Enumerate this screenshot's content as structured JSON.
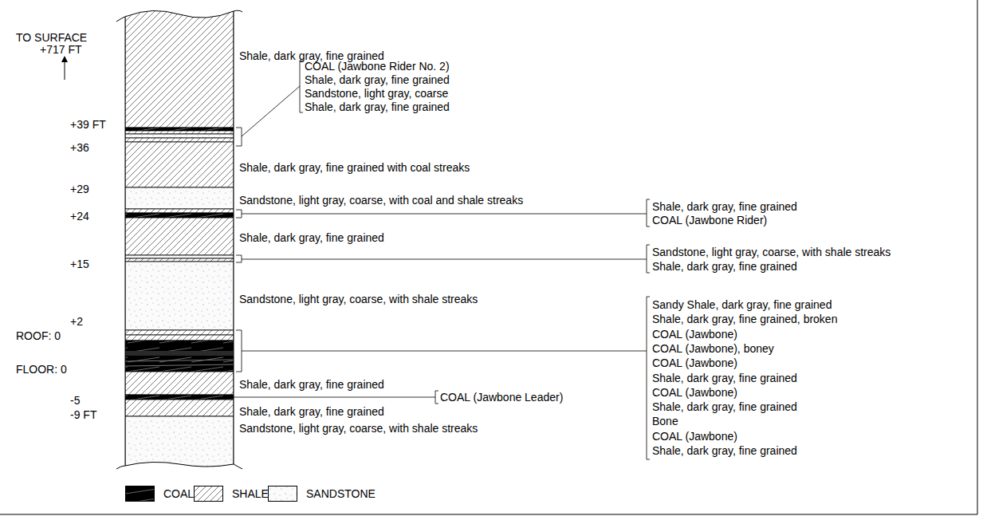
{
  "diagram": {
    "labels": [
      "TO SURFACE",
      "+717 FT",
      "+39 FT",
      "+36",
      "+29",
      "+24",
      "+15",
      "+2",
      "ROOF: 0",
      "FLOOR: 0",
      "-5",
      "-9 FT",
      "Shale, dark gray, fine grained",
      "COAL (Jawbone Rider No. 2)",
      "Shale, dark gray, fine grained",
      "Sandstone, light gray, coarse",
      "Shale, dark gray, fine grained",
      "Shale, dark gray, fine grained with coal streaks",
      "Sandstone, light gray, coarse, with coal and shale streaks",
      "Shale, dark gray, fine grained",
      "COAL (Jawbone Rider)",
      "Shale, dark gray, fine grained",
      "Sandstone, light gray, coarse, with shale streaks",
      "Shale, dark gray, fine grained",
      "Sandstone, light gray, coarse, with shale streaks",
      "Sandy Shale, dark gray, fine grained",
      "Shale, dark gray, fine grained, broken",
      "COAL (Jawbone)",
      "COAL (Jawbone), boney",
      "COAL (Jawbone)",
      "Shale, dark gray, fine grained",
      "COAL (Jawbone)",
      "Shale, dark gray, fine grained",
      "Bone",
      "COAL (Jawbone)",
      "Shale, dark gray, fine grained",
      "Shale, dark gray, fine grained",
      "COAL (Jawbone Leader)",
      "Shale, dark gray, fine grained",
      "Sandstone, light gray, coarse, with shale streaks"
    ],
    "legend": [
      {
        "text": "COAL"
      },
      {
        "text": "SHALE"
      },
      {
        "text": "SANDSTONE"
      }
    ]
  }
}
